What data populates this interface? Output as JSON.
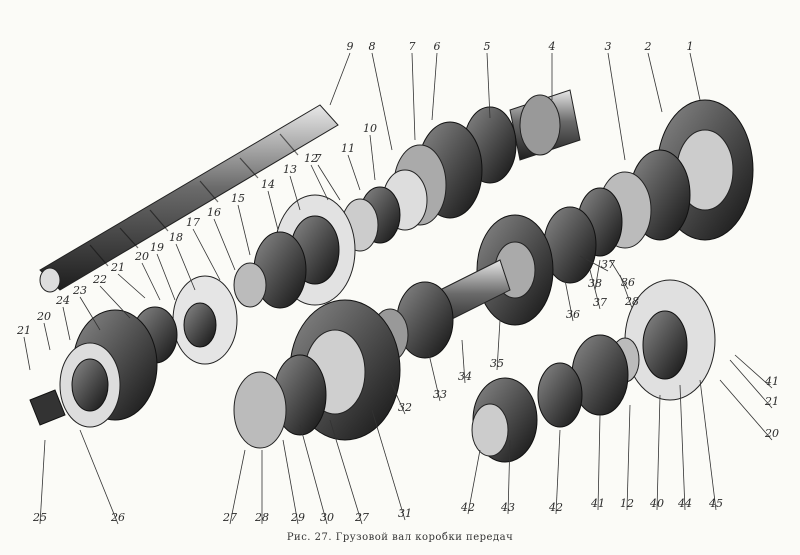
{
  "caption": "Рис. 27. Грузовой вал коробки передач",
  "callouts": [
    "1",
    "2",
    "3",
    "4",
    "5",
    "6",
    "7",
    "8",
    "9",
    "10",
    "11",
    "7",
    "12",
    "13",
    "14",
    "15",
    "16",
    "17",
    "18",
    "19",
    "20",
    "21",
    "22",
    "23",
    "24",
    "20",
    "21",
    "25",
    "26",
    "27",
    "28",
    "29",
    "30",
    "27",
    "31",
    "32",
    "33",
    "34",
    "35",
    "36",
    "37",
    "36",
    "37",
    "28",
    "38",
    "20",
    "21",
    "41",
    "42",
    "43",
    "42",
    "41",
    "12",
    "40",
    "44",
    "45"
  ]
}
